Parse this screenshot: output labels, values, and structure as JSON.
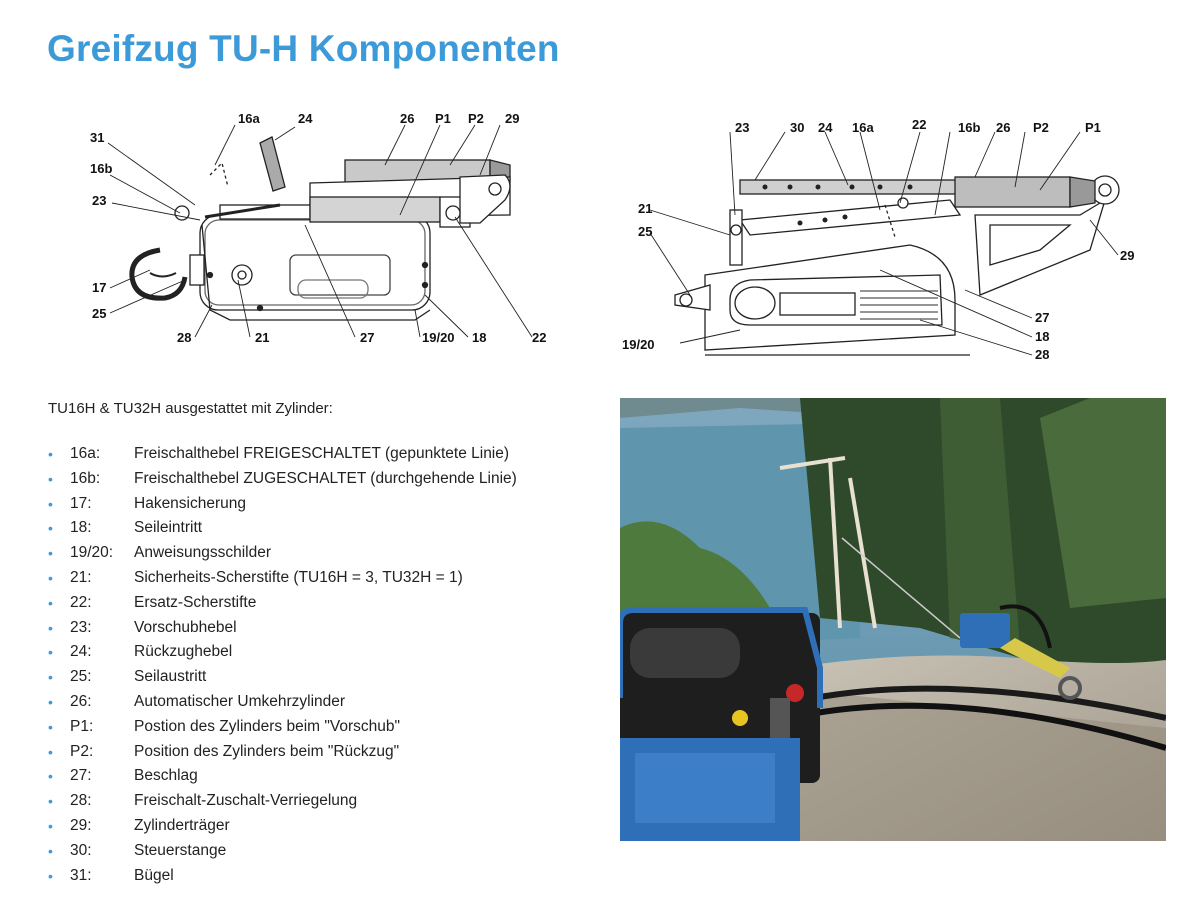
{
  "title": "Greifzug TU-H Komponenten",
  "intro": "TU16H & TU32H ausgestattet mit Zylinder:",
  "diagram_left_labels": [
    "31",
    "16a",
    "24",
    "26",
    "P1",
    "P2",
    "29",
    "16b",
    "23",
    "17",
    "25",
    "28",
    "21",
    "27",
    "19/20",
    "18",
    "22"
  ],
  "diagram_right_labels": [
    "23",
    "30",
    "24",
    "16a",
    "22",
    "16b",
    "26",
    "P2",
    "P1",
    "21",
    "25",
    "29",
    "27",
    "18",
    "28",
    "19/20"
  ],
  "legend": [
    {
      "code": "16a:",
      "desc": "Freischalthebel FREIGESCHALTET (gepunktete Linie)"
    },
    {
      "code": "16b:",
      "desc": "Freischalthebel ZUGESCHALTET (durchgehende Linie)"
    },
    {
      "code": "17:",
      "desc": "Hakensicherung"
    },
    {
      "code": "18:",
      "desc": "Seileintritt"
    },
    {
      "code": "19/20:",
      "desc": "Anweisungsschilder"
    },
    {
      "code": "21:",
      "desc": "Sicherheits-Scherstifte (TU16H = 3, TU32H = 1)"
    },
    {
      "code": "22:",
      "desc": "Ersatz-Scherstifte"
    },
    {
      "code": "23:",
      "desc": "Vorschubhebel"
    },
    {
      "code": "24:",
      "desc": "Rückzughebel"
    },
    {
      "code": "25:",
      "desc": "Seilaustritt"
    },
    {
      "code": "26:",
      "desc": "Automatischer Umkehrzylinder"
    },
    {
      "code": "P1:",
      "desc": "Postion des Zylinders beim \"Vorschub\""
    },
    {
      "code": "P2:",
      "desc": "Position des Zylinders beim \"Rückzug\""
    },
    {
      "code": "27:",
      "desc": "Beschlag"
    },
    {
      "code": "28:",
      "desc": "Freischalt-Zuschalt-Verriegelung"
    },
    {
      "code": "29:",
      "desc": "Zylinderträger"
    },
    {
      "code": "30:",
      "desc": "Steuerstange"
    },
    {
      "code": "31:",
      "desc": "Bügel"
    }
  ],
  "colors": {
    "accent": "#3d9ad8",
    "text": "#222222",
    "pump_blue": "#2f6fb8",
    "lake": "#5b8fa8",
    "forest": "#2f4a2a"
  }
}
